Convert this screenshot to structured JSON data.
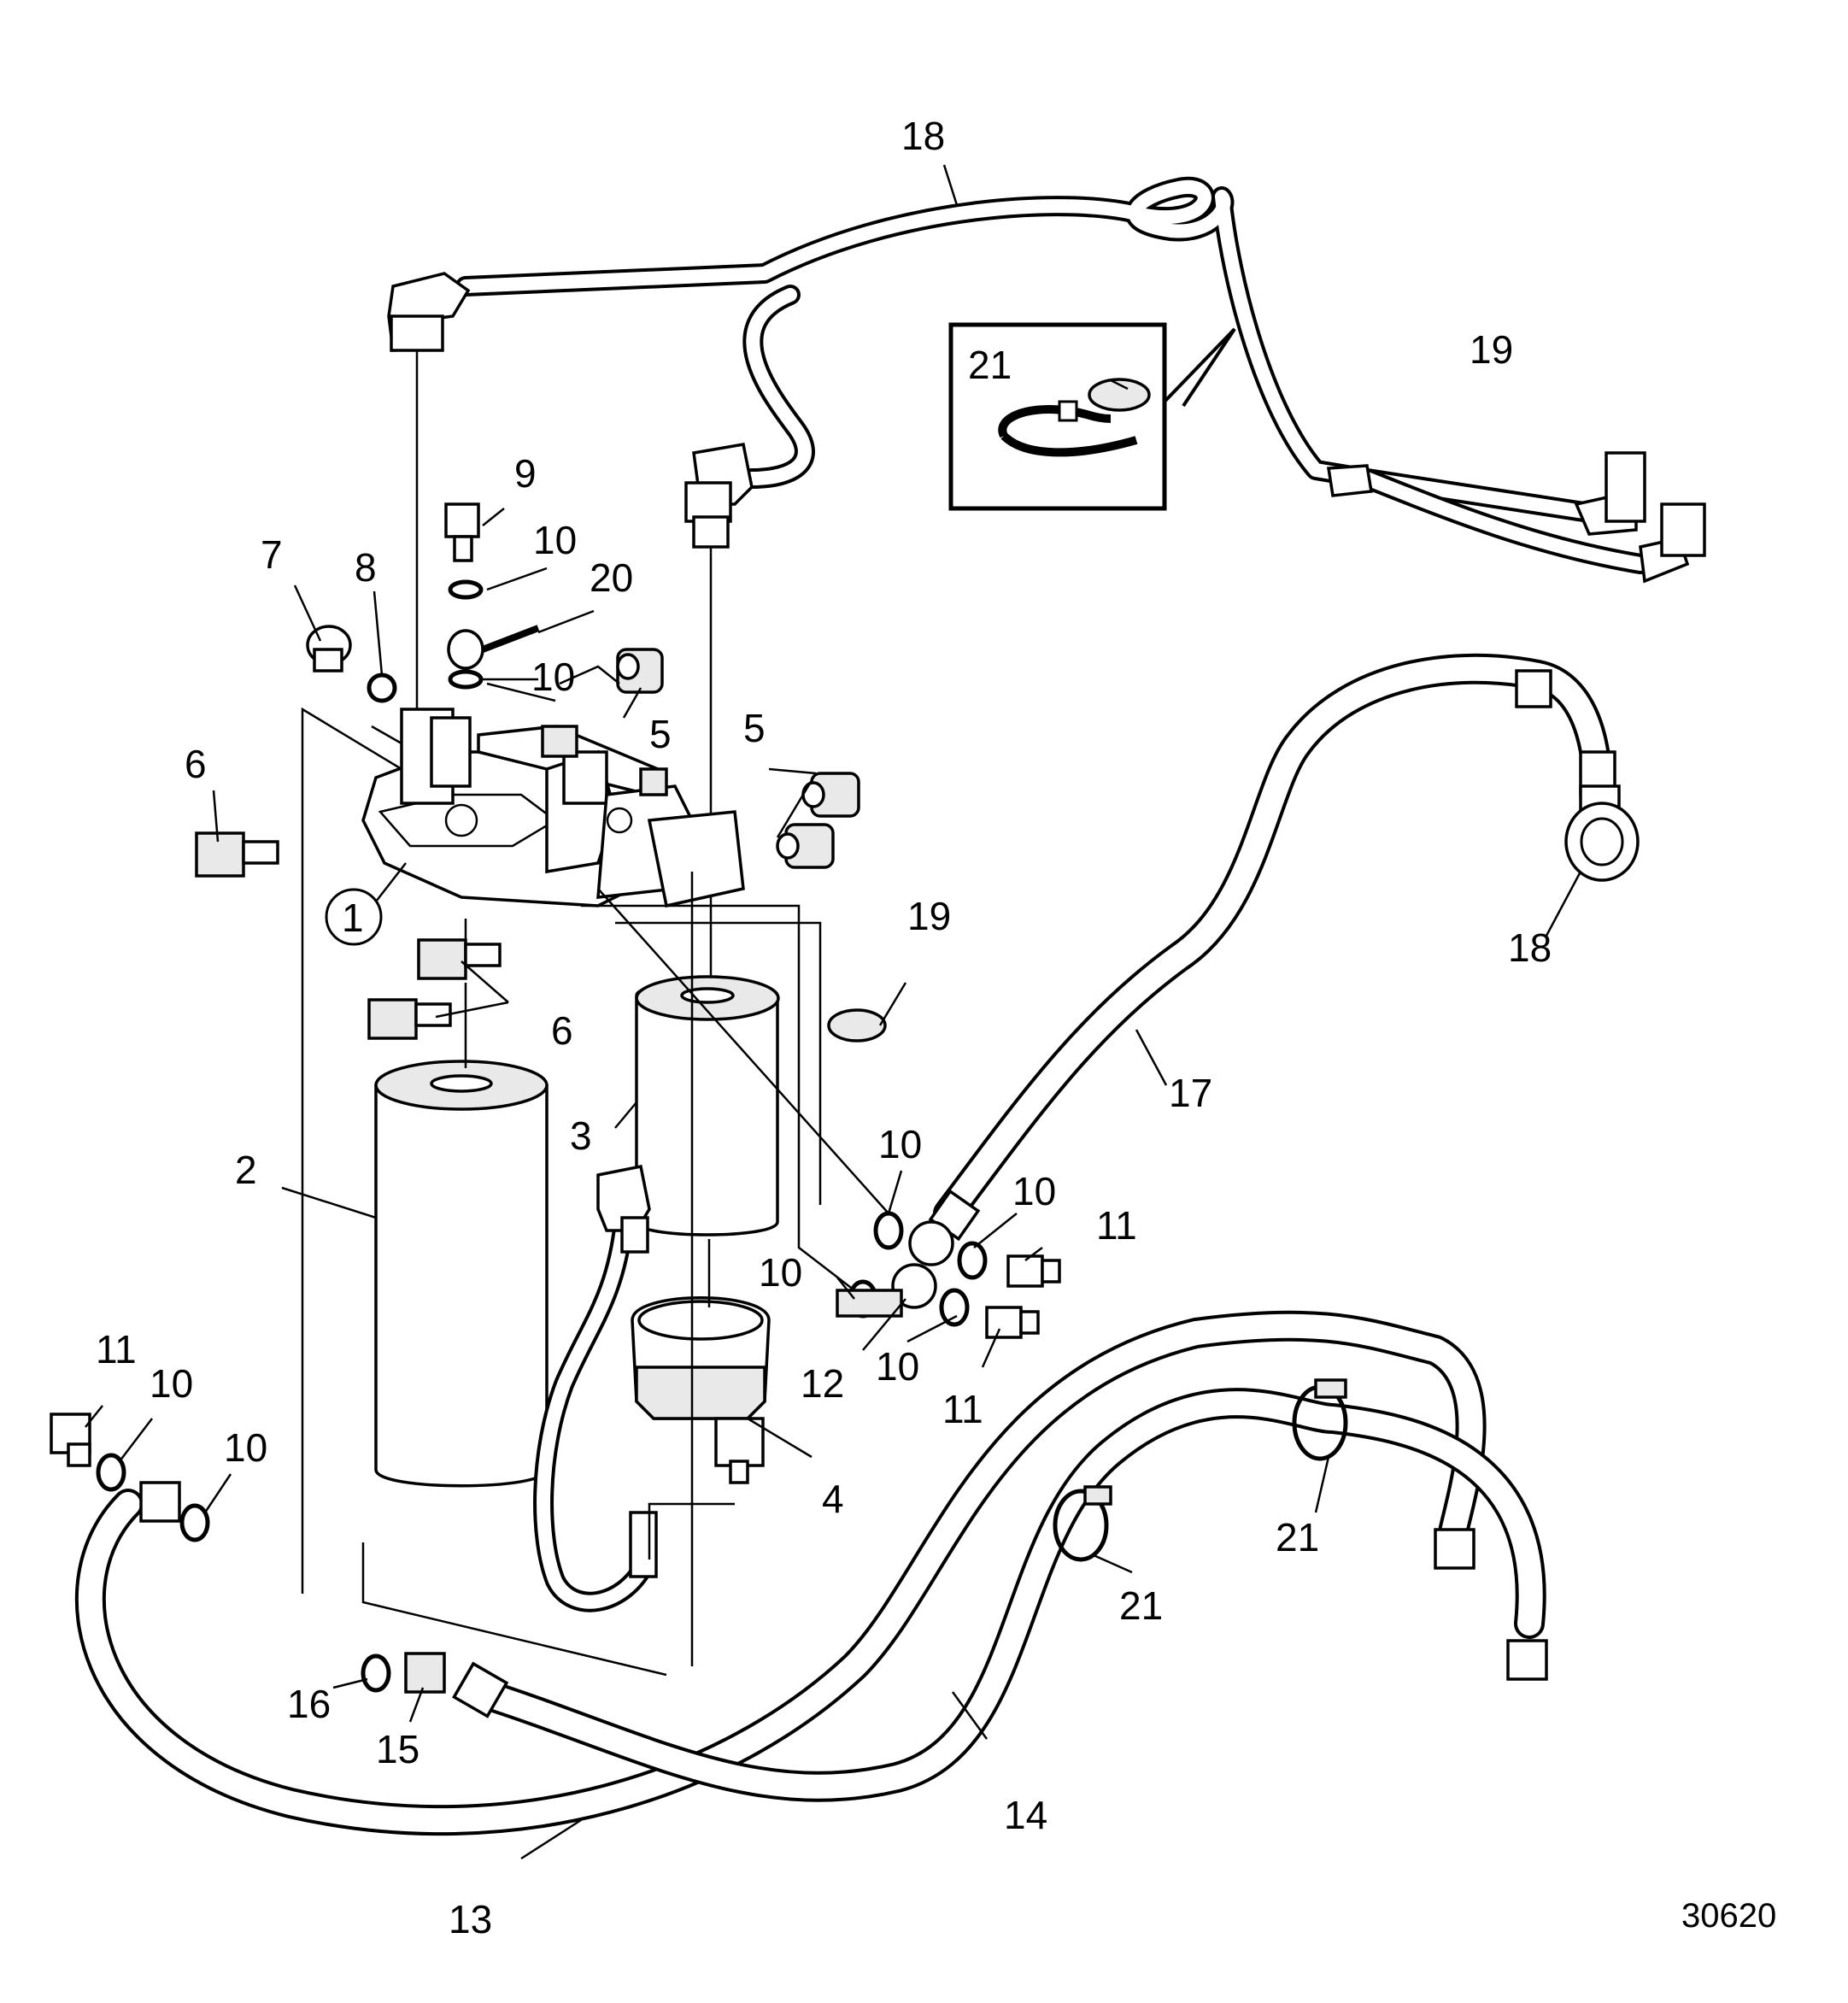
{
  "diagram": {
    "figure_number": "30620",
    "inset_label": "21",
    "callouts": {
      "c1": "1",
      "c2": "2",
      "c3": "3",
      "c4": "4",
      "c5a": "5",
      "c5b": "5",
      "c6a": "6",
      "c6b": "6",
      "c7": "7",
      "c8": "8",
      "c9": "9",
      "c10a": "10",
      "c10b": "10",
      "c10c": "10",
      "c10d": "10",
      "c10e": "10",
      "c10f": "10",
      "c10g": "10",
      "c10h": "10",
      "c11a": "11",
      "c11b": "11",
      "c11c": "11",
      "c12": "12",
      "c13": "13",
      "c14": "14",
      "c15": "15",
      "c16": "16",
      "c17": "17",
      "c18a": "18",
      "c18b": "18",
      "c19a": "19",
      "c19b": "19",
      "c20": "20",
      "c21a": "21",
      "c21b": "21"
    }
  }
}
